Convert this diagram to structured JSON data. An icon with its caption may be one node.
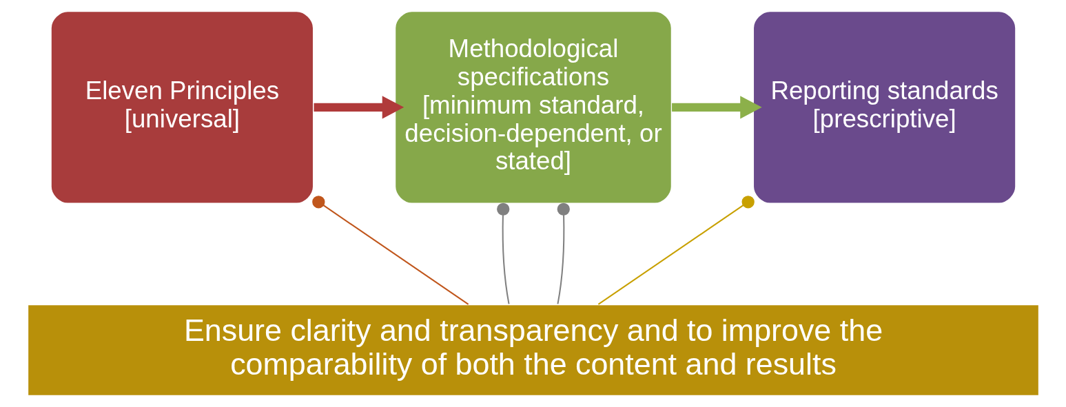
{
  "diagram": {
    "nodes": [
      {
        "text": [
          "Eleven Principles",
          "[universal]"
        ]
      },
      {
        "text": [
          "Methodological specifications",
          "[minimum standard, decision-dependent, or stated]"
        ]
      },
      {
        "text": [
          "Reporting standards",
          "[prescriptive]"
        ]
      },
      {
        "text": [
          "Ensure clarity and transparency and to improve the comparability of both the content and results"
        ]
      }
    ],
    "edges": [
      {
        "from": 0,
        "to": 1,
        "arrow": "to",
        "style": "thick",
        "color": "#b03a3a"
      },
      {
        "from": 1,
        "to": 2,
        "arrow": "to",
        "style": "thick",
        "color": "#8cb04a"
      },
      {
        "from": 0,
        "to": 3,
        "arrow": "other",
        "color": "#c0561c"
      },
      {
        "from": 1,
        "to": 3,
        "arrow": "other",
        "color": "#808080"
      },
      {
        "from": 1,
        "to": 3,
        "arrow": "other",
        "color": "#808080"
      },
      {
        "from": 2,
        "to": 3,
        "arrow": "other",
        "color": "#c8a000"
      }
    ]
  }
}
